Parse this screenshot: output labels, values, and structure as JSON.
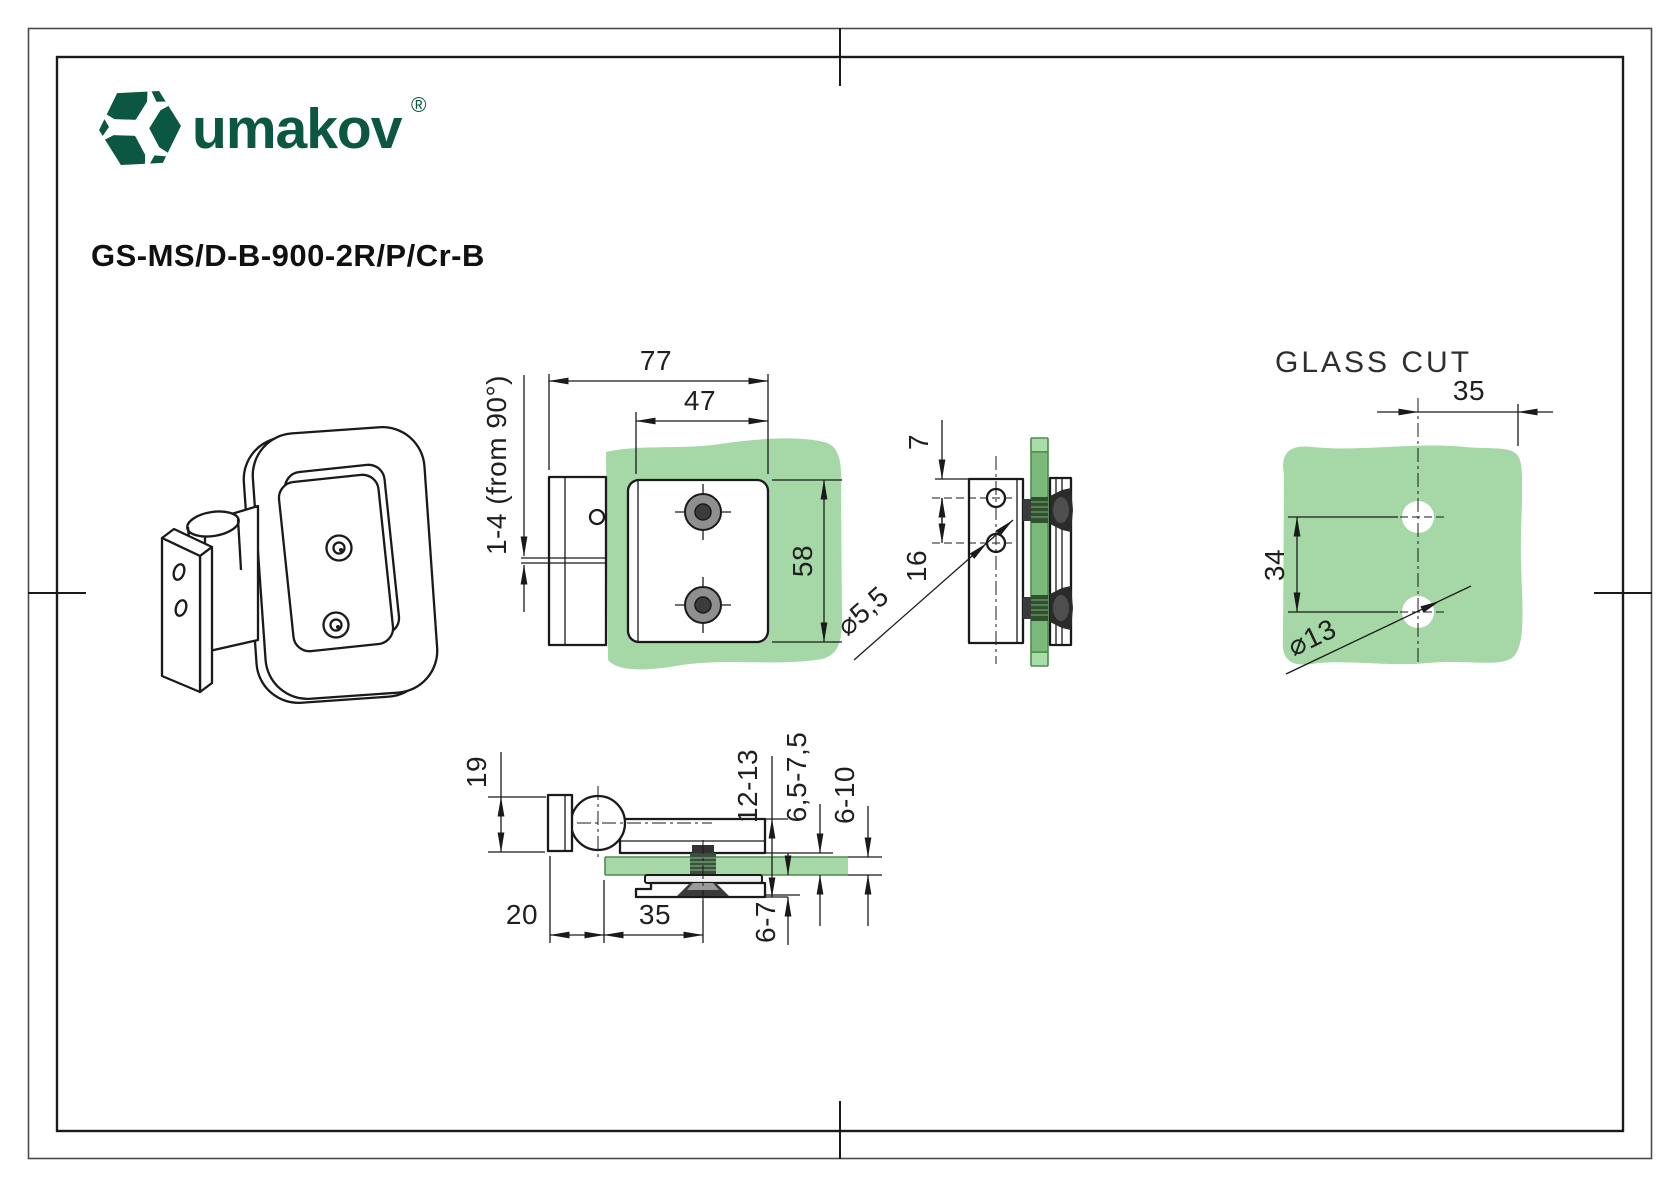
{
  "brand": {
    "logo_text": "umakov",
    "registered_mark": "®"
  },
  "title": {
    "part_code": "GS-MS/D-B-900-2R/P/Cr-B"
  },
  "front": {
    "total_width": "77",
    "plate_width": "47",
    "plate_height": "58",
    "adjustment_range": "1-4 (from 90°)"
  },
  "side": {
    "edge_to_first_hole": "7",
    "hole_pitch": "16",
    "hole_diameter": "⌀5,5"
  },
  "glass_cut": {
    "label": "GLASS CUT",
    "edge_distance": "35",
    "hole_pitch": "34",
    "hole_diameter": "⌀13"
  },
  "bottom": {
    "knuckle_diameter": "19",
    "wall_to_glass": "20",
    "glass_to_screw": "35",
    "body_thickness": "12-13",
    "clamp_gap": "6,5-7,5",
    "glass_thickness": "6-10",
    "cover_depth": "6-7"
  },
  "colors": {
    "brand_green": "#0c5742",
    "line": "#1a1a1a",
    "dim_text": "#1f1f1f",
    "glass": "#a6d7a6",
    "glass_edge": "#4e8c4e",
    "glass_side": "#7ab97a",
    "glass_side_light": "#aadcaa"
  }
}
